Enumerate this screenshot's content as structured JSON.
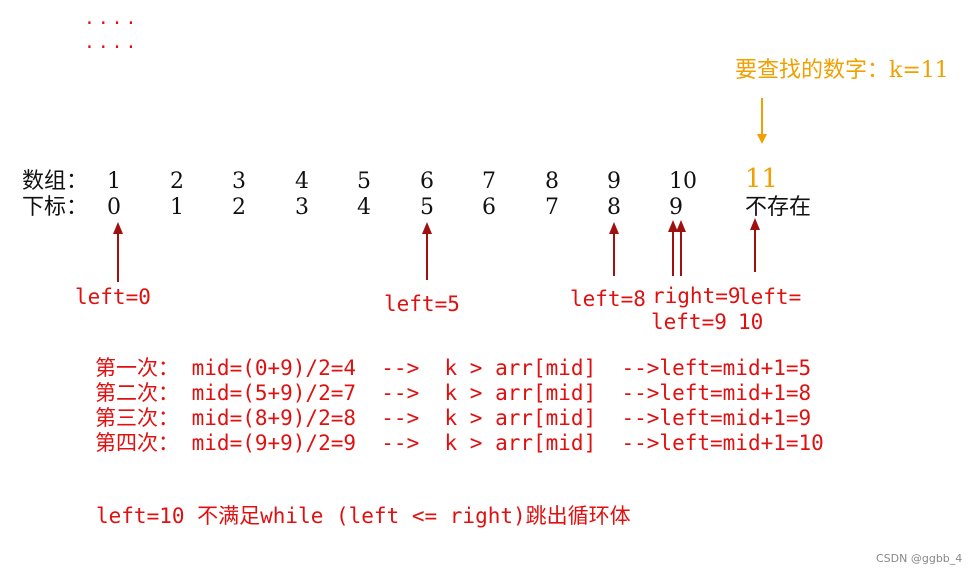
{
  "dots": [
    "....",
    "...."
  ],
  "target_label": "要查找的数字：k=11",
  "row_labels": {
    "array": "数组：",
    "index": "下标："
  },
  "array_values": [
    "1",
    "2",
    "3",
    "4",
    "5",
    "6",
    "7",
    "8",
    "9",
    "10"
  ],
  "index_values": [
    "0",
    "1",
    "2",
    "3",
    "4",
    "5",
    "6",
    "7",
    "8",
    "9"
  ],
  "target_value": "11",
  "not_exist": "不存在",
  "pointer_labels": {
    "left0": "left=0",
    "left5": "left=5",
    "left8": "left=8",
    "right9": "right=9",
    "left9": "left=9",
    "left10_a": "left=",
    "left10_b": "10"
  },
  "steps": [
    "第一次： mid=(0+9)/2=4  -->  k > arr[mid]  -->left=mid+1=5",
    "第二次： mid=(5+9)/2=7  -->  k > arr[mid]  -->left=mid+1=8",
    "第三次： mid=(8+9)/2=8  -->  k > arr[mid]  -->left=mid+1=9",
    "第四次： mid=(9+9)/2=9  -->  k > arr[mid]  -->left=mid+1=10"
  ],
  "conclusion": "left=10 不满足while (left <= right)跳出循环体",
  "watermark": "CSDN @ggbb_4",
  "colors": {
    "red": "#e01010",
    "orange": "#f0a000",
    "darkred": "#a01010"
  }
}
